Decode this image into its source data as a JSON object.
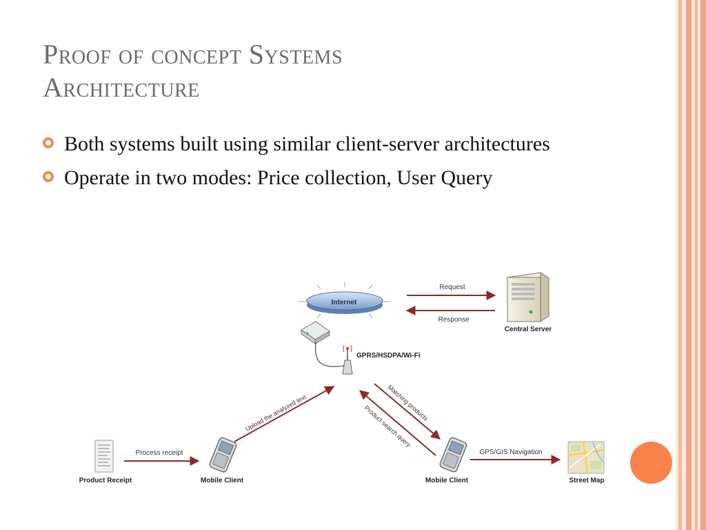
{
  "slide": {
    "title_line1": "Proof of concept Systems",
    "title_line2": "Architecture",
    "bullets": [
      "Both systems built using similar client-server architectures",
      "Operate in two modes:  Price collection, User Query"
    ]
  },
  "diagram": {
    "internet": "Internet",
    "central_server": "Central Server",
    "request": "Request",
    "response": "Response",
    "network": "GPRS/HSDPA/Wi-Fi",
    "upload": "Upload the analyzed text",
    "matching": "Matching products",
    "search": "Product search query",
    "process_receipt": "Process receipt",
    "product_receipt": "Product Receipt",
    "mobile_client_left": "Mobile Client",
    "mobile_client_right": "Mobile Client",
    "gps": "GPS/GIS Navigation",
    "street_map": "Street Map"
  },
  "colors": {
    "accent": "#f08a4b",
    "title": "#6b6b6b",
    "arrow": "#8b2a2a",
    "border_light": "#fbd8c6",
    "border_dark": "#f2a488"
  }
}
